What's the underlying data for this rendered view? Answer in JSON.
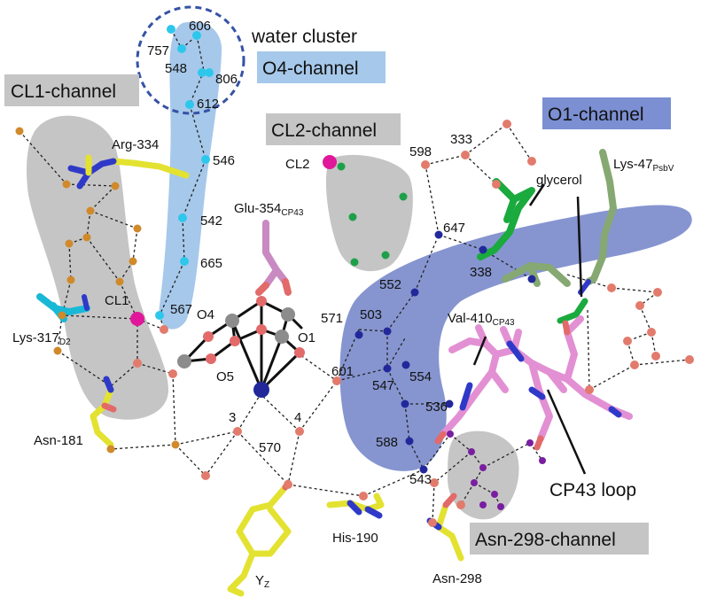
{
  "channels": {
    "cl1": "CL1-channel",
    "o4": "O4-channel",
    "cl2": "CL2-channel",
    "o1": "O1-channel",
    "asn298": "Asn-298-channel",
    "water_cluster": "water cluster"
  },
  "residues": {
    "arg334": "Arg-334",
    "glu354": "Glu-354",
    "glu354_sub": "CP43",
    "lys317": "Lys-317",
    "lys317_sub": "D2",
    "asn181": "Asn-181",
    "his190": "His-190",
    "yz": "Y",
    "yz_sub": "Z",
    "asn298": "Asn-298",
    "lys47": "Lys-47",
    "lys47_sub": "PsbV",
    "val410": "Val-410",
    "val410_sub": "CP43",
    "glycerol": "glycerol",
    "cp43_loop": "CP43 loop"
  },
  "atoms": {
    "cl1": "CL1",
    "cl2": "CL2",
    "o1": "O1",
    "o4": "O4",
    "o5": "O5"
  },
  "waters": {
    "w606": "606",
    "w757": "757",
    "w548": "548",
    "w806": "806",
    "w612": "612",
    "w546": "546",
    "w542": "542",
    "w665": "665",
    "w567": "567",
    "w571": "571",
    "w503": "503",
    "w552": "552",
    "w554": "554",
    "w547": "547",
    "w601": "601",
    "w536": "536",
    "w588": "588",
    "w543": "543",
    "w338": "338",
    "w647": "647",
    "w598": "598",
    "w333": "333",
    "w3": "3",
    "w4": "4",
    "w570": "570"
  },
  "colors": {
    "cl_channel": "#c5c5c5",
    "o4_channel": "#a6c8ea",
    "o1_channel": "#5e72c0",
    "o1_label_bg": "#7b8fd2",
    "asn_channel": "#c5c5c5",
    "carbon_yellow": "#e3e231",
    "nitrogen": "#2f39c8",
    "oxygen": "#e26a6a",
    "lys317_cyan": "#19b8d6",
    "glu_pink": "#c98ac2",
    "glycerol_green": "#1aaa3e",
    "lys47_green": "#86a872",
    "cp43_pink": "#e290d3",
    "water_orange": "#d08a2b",
    "water_cyan": "#2ec7ec",
    "water_blue": "#22289a",
    "water_green": "#1ea04a",
    "water_red": "#e27b6c",
    "water_purple": "#7a1ea0",
    "chloride_magenta": "#e0179a",
    "manganese_gray": "#8c8c8c"
  }
}
